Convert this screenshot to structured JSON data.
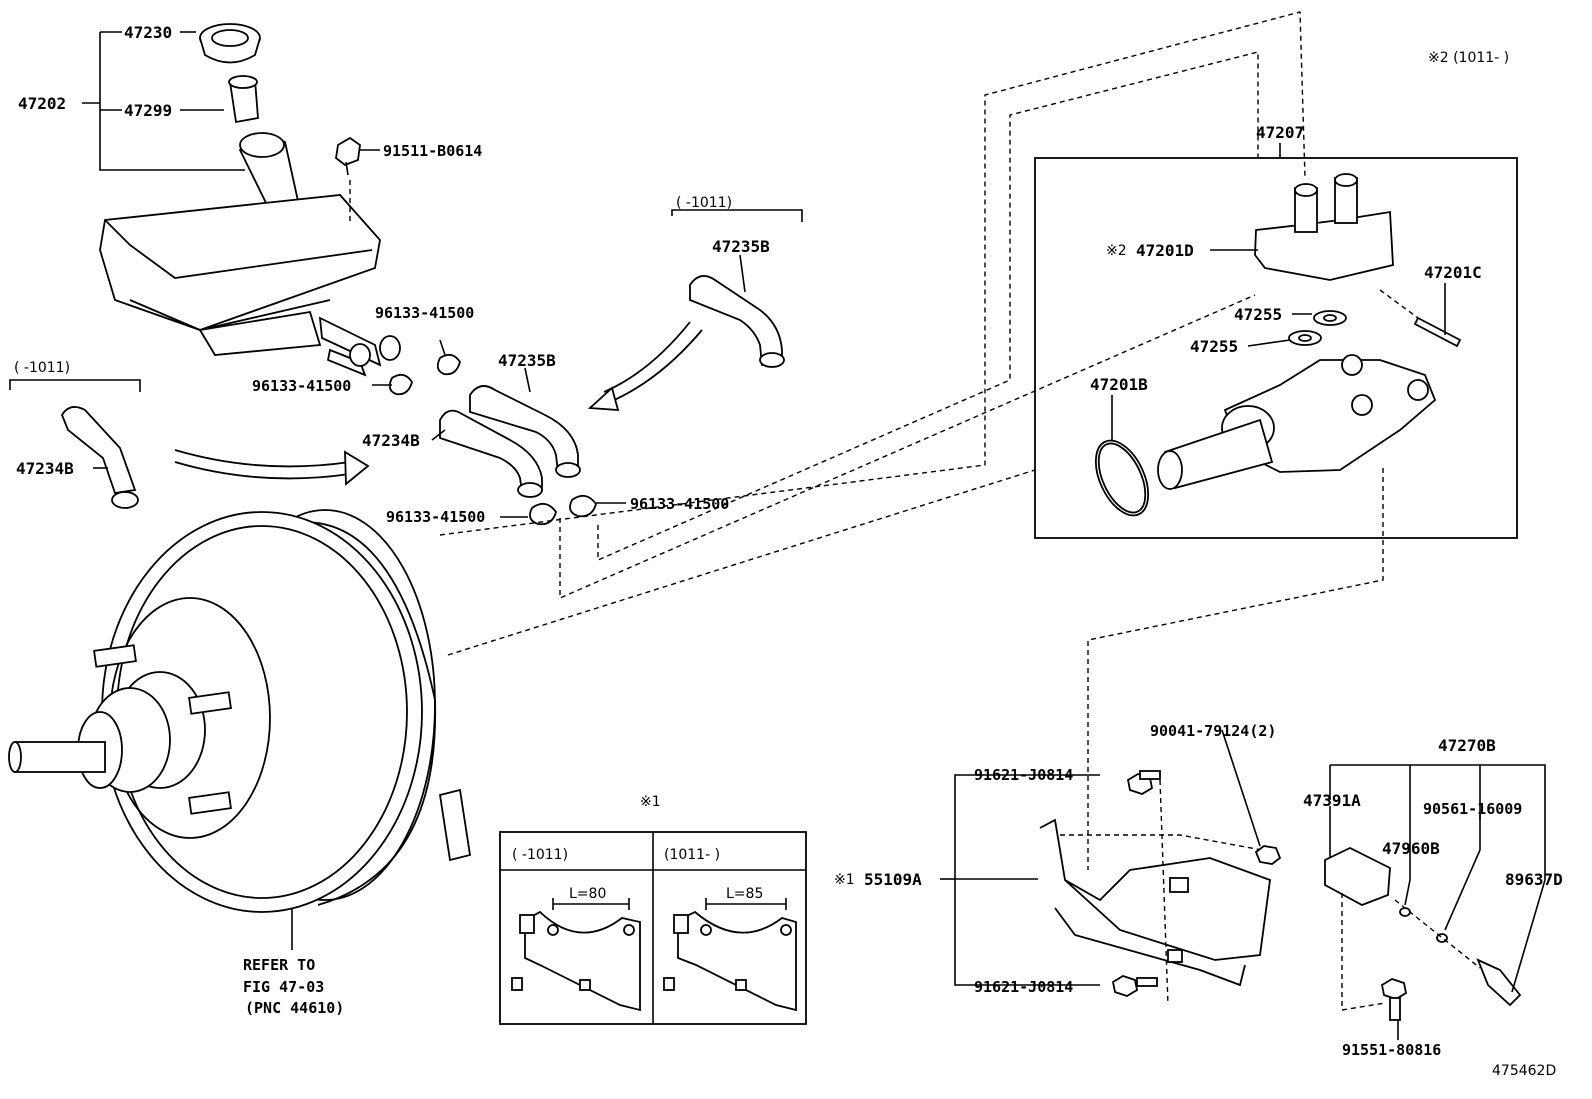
{
  "labels": {
    "p47230": "47230",
    "p47202": "47202",
    "p47299": "47299",
    "p91511": "91511-B0614",
    "p96133a": "96133-41500",
    "p96133b": "96133-41500",
    "p96133c": "96133-41500",
    "p96133d": "96133-41500",
    "range1011a": "(    -1011)",
    "p47235b_top": "47235B",
    "range1011b": "(    -1011)",
    "p47234b_left": "47234B",
    "p47235b_mid": "47235B",
    "p47234b_mid": "47234B",
    "refer1": "REFER TO",
    "refer2": "FIG 47-03",
    "refer3": "(PNC 44610)",
    "note2_range": "※2 (1011-     )",
    "p47207": "47207",
    "p47201d": "47201D",
    "p47201d_mark": "※2",
    "p47201c": "47201C",
    "p47255a": "47255",
    "p47255b": "47255",
    "p47201b": "47201B",
    "p90041": "90041-79124(2)",
    "p47270b": "47270B",
    "p91621a": "91621-J0814",
    "p91621b": "91621-J0814",
    "p55109a": "55109A",
    "p55109a_mark": "※1",
    "p47391a": "47391A",
    "p90561": "90561-16009",
    "p47960b": "47960B",
    "p89637d": "89637D",
    "p91551": "91551-80816",
    "fig_id": "475462D",
    "inset_mark": "※1",
    "inset_left_range": "(    -1011)",
    "inset_right_range": "(1011-     )",
    "inset_left_len": "L=80",
    "inset_right_len": "L=85"
  }
}
